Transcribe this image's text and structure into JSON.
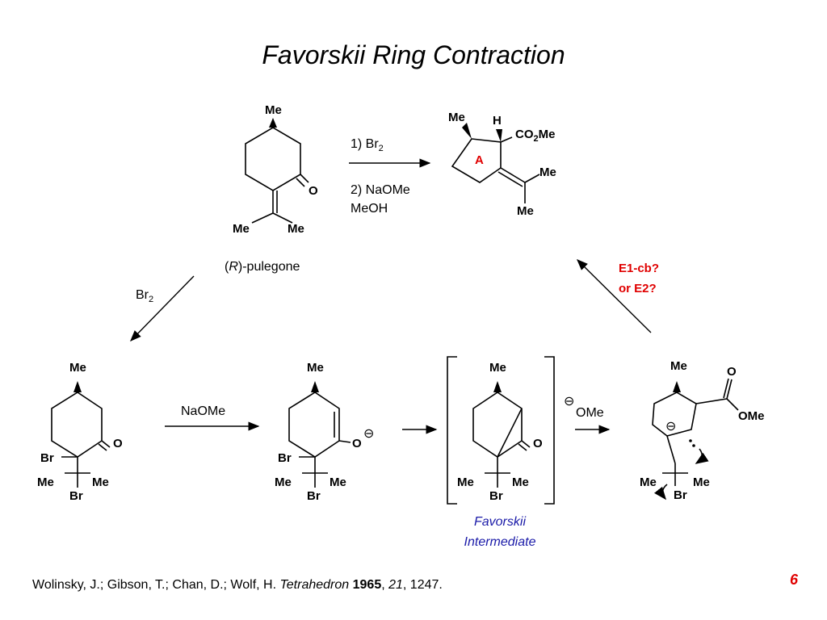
{
  "title": "Favorskii Ring Contraction",
  "atoms": {
    "me": "Me",
    "h": "H",
    "o": "O",
    "br": "Br",
    "co2me_co": "CO",
    "co2me_2": "2",
    "co2me_me": "Me",
    "ome": "OMe",
    "ring_label": "A",
    "minus": "⊖"
  },
  "conditions": {
    "step1": "1) Br",
    "step1_sub": "2",
    "step2": "2) NaOMe",
    "step2_line2": "MeOH",
    "br2": "Br",
    "br2_sub": "2",
    "naome": "NaOMe",
    "elimination_line1": "E1-cb?",
    "elimination_line2": "or E2?"
  },
  "labels": {
    "pulegone_open": "(",
    "pulegone_r": "R",
    "pulegone_rest": ")-pulegone",
    "favorskii_line1": "Favorskii",
    "favorskii_line2": "Intermediate"
  },
  "citation": {
    "authors": "Wolinsky, J.; Gibson, T.; Chan, D.; Wolf, H. ",
    "journal": "Tetrahedron",
    "year": "1965",
    "sep1": ", ",
    "volume": "21",
    "pages": ", 1247."
  },
  "page_number": "6",
  "colors": {
    "red": "#e00000",
    "blue": "#1a1aa8"
  }
}
